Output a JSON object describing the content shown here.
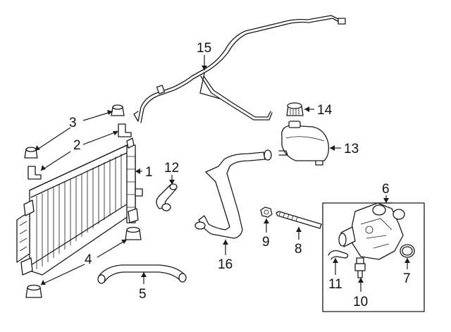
{
  "diagram": {
    "callouts": [
      {
        "id": "1",
        "label": "1",
        "part": "radiator"
      },
      {
        "id": "2",
        "label": "2",
        "part": "upper-bracket"
      },
      {
        "id": "3",
        "label": "3",
        "part": "upper-insulator"
      },
      {
        "id": "4",
        "label": "4",
        "part": "lower-insulator"
      },
      {
        "id": "5",
        "label": "5",
        "part": "lower-hose"
      },
      {
        "id": "6",
        "label": "6",
        "part": "thermostat-housing"
      },
      {
        "id": "7",
        "label": "7",
        "part": "o-ring"
      },
      {
        "id": "8",
        "label": "8",
        "part": "stud"
      },
      {
        "id": "9",
        "label": "9",
        "part": "nut"
      },
      {
        "id": "10",
        "label": "10",
        "part": "temperature-sensor"
      },
      {
        "id": "11",
        "label": "11",
        "part": "retaining-clip"
      },
      {
        "id": "12",
        "label": "12",
        "part": "bypass-hose"
      },
      {
        "id": "13",
        "label": "13",
        "part": "reservoir"
      },
      {
        "id": "14",
        "label": "14",
        "part": "reservoir-cap"
      },
      {
        "id": "15",
        "label": "15",
        "part": "vent-tube"
      },
      {
        "id": "16",
        "label": "16",
        "part": "upper-hose"
      }
    ]
  }
}
